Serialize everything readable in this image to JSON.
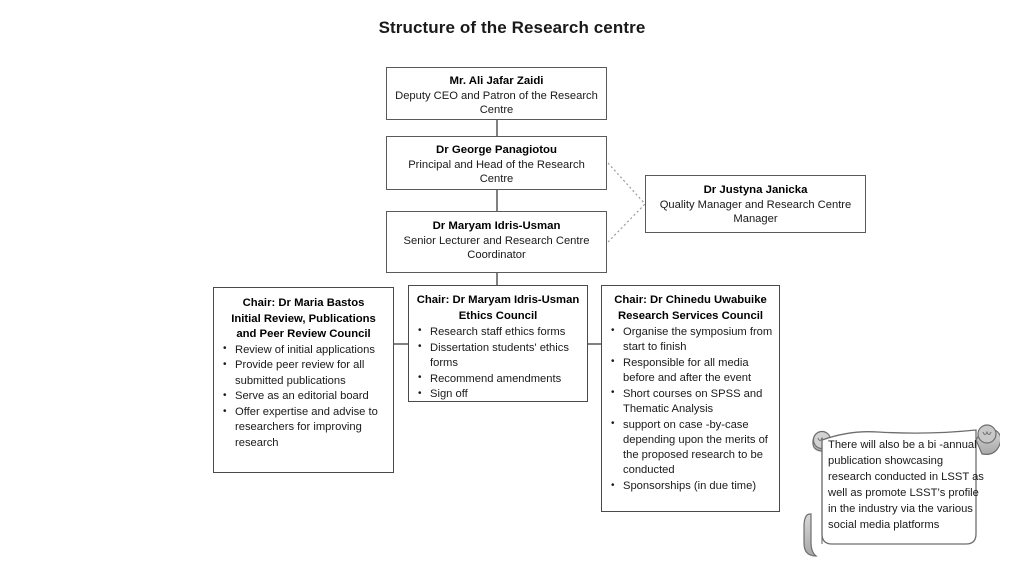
{
  "title": "Structure of the Research centre",
  "exec_boxes": [
    {
      "id": "ceo",
      "name": "Mr. Ali Jafar Zaidi",
      "role": "Deputy CEO and Patron of the Research Centre"
    },
    {
      "id": "principal",
      "name": "Dr George Panagiotou",
      "role": "Principal and Head of the Research Centre"
    },
    {
      "id": "coordinator",
      "name": "Dr Maryam Idris-Usman",
      "role": "Senior Lecturer and Research Centre Coordinator"
    },
    {
      "id": "quality",
      "name": "Dr Justyna Janicka",
      "role": "Quality Manager and Research Centre Manager"
    }
  ],
  "councils": [
    {
      "id": "review",
      "chair": "Chair: Dr Maria Bastos",
      "council_name": "Initial Review, Publications and Peer Review Council",
      "items": [
        "Review of initial applications",
        "Provide peer review for all submitted publications",
        "Serve as an editorial board",
        "Offer expertise and advise to researchers for improving research"
      ]
    },
    {
      "id": "ethics",
      "chair": "Chair: Dr Maryam Idris-Usman",
      "council_name": "Ethics Council",
      "items": [
        "Research staff ethics forms",
        "Dissertation students' ethics forms",
        "Recommend amendments",
        "Sign off"
      ]
    },
    {
      "id": "services",
      "chair": "Chair: Dr Chinedu Uwabuike",
      "council_name": "Research Services Council",
      "items": [
        "Organise the symposium from start to finish",
        "Responsible for all media before and after the event",
        "Short courses on SPSS and Thematic Analysis",
        "support on case -by-case depending upon the merits of the proposed research to be conducted",
        "Sponsorships (in due time)"
      ]
    }
  ],
  "note": {
    "text": "There will also be a bi -annual publication showcasing research conducted in LSST as well as promote LSST’s profile in the industry via the various social media platforms"
  },
  "colors": {
    "box_border": "#5a5a5a",
    "connector": "#808080",
    "dotted_connector": "#9a9a9a",
    "text": "#1a1a1a",
    "background": "#ffffff"
  }
}
